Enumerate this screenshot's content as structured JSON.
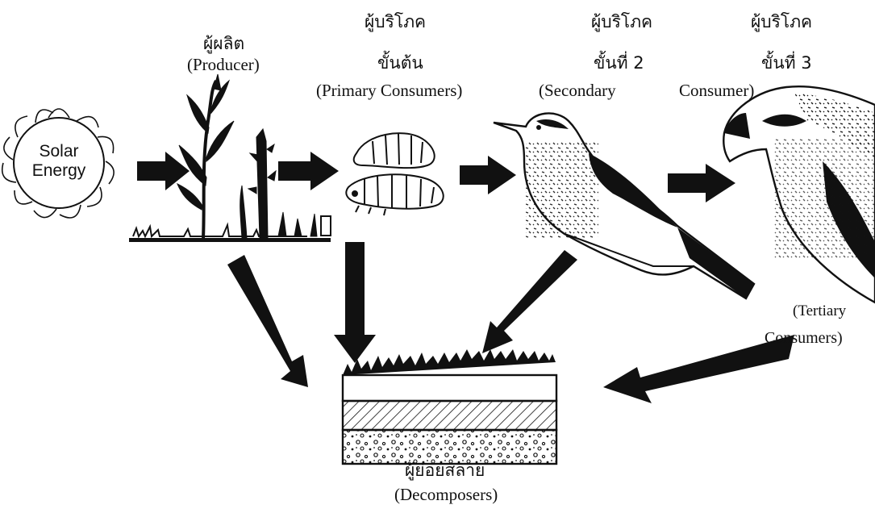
{
  "sun": {
    "line1": "Solar",
    "line2": "Energy"
  },
  "producer": {
    "thai": "ผู้ผลิต",
    "eng": "(Producer)"
  },
  "primary": {
    "thai1": "ผู้บริโภค",
    "thai2": "ขั้นต้น",
    "eng": "(Primary Consumers)"
  },
  "secondary": {
    "thai1": "ผู้บริโภค",
    "thai2": "ขั้นที่ 2",
    "eng_a": "(Secondary",
    "eng_b": "Consumer)"
  },
  "tertiary": {
    "thai1": "ผู้บริโภค",
    "thai2": "ขั้นที่ 3",
    "eng1": "(Tertiary",
    "eng2": "Consumers)"
  },
  "decomposer": {
    "thai": "ผู้ย่อยสลาย",
    "eng": "(Decomposers)"
  },
  "colors": {
    "ink": "#111111",
    "background": "#ffffff"
  }
}
